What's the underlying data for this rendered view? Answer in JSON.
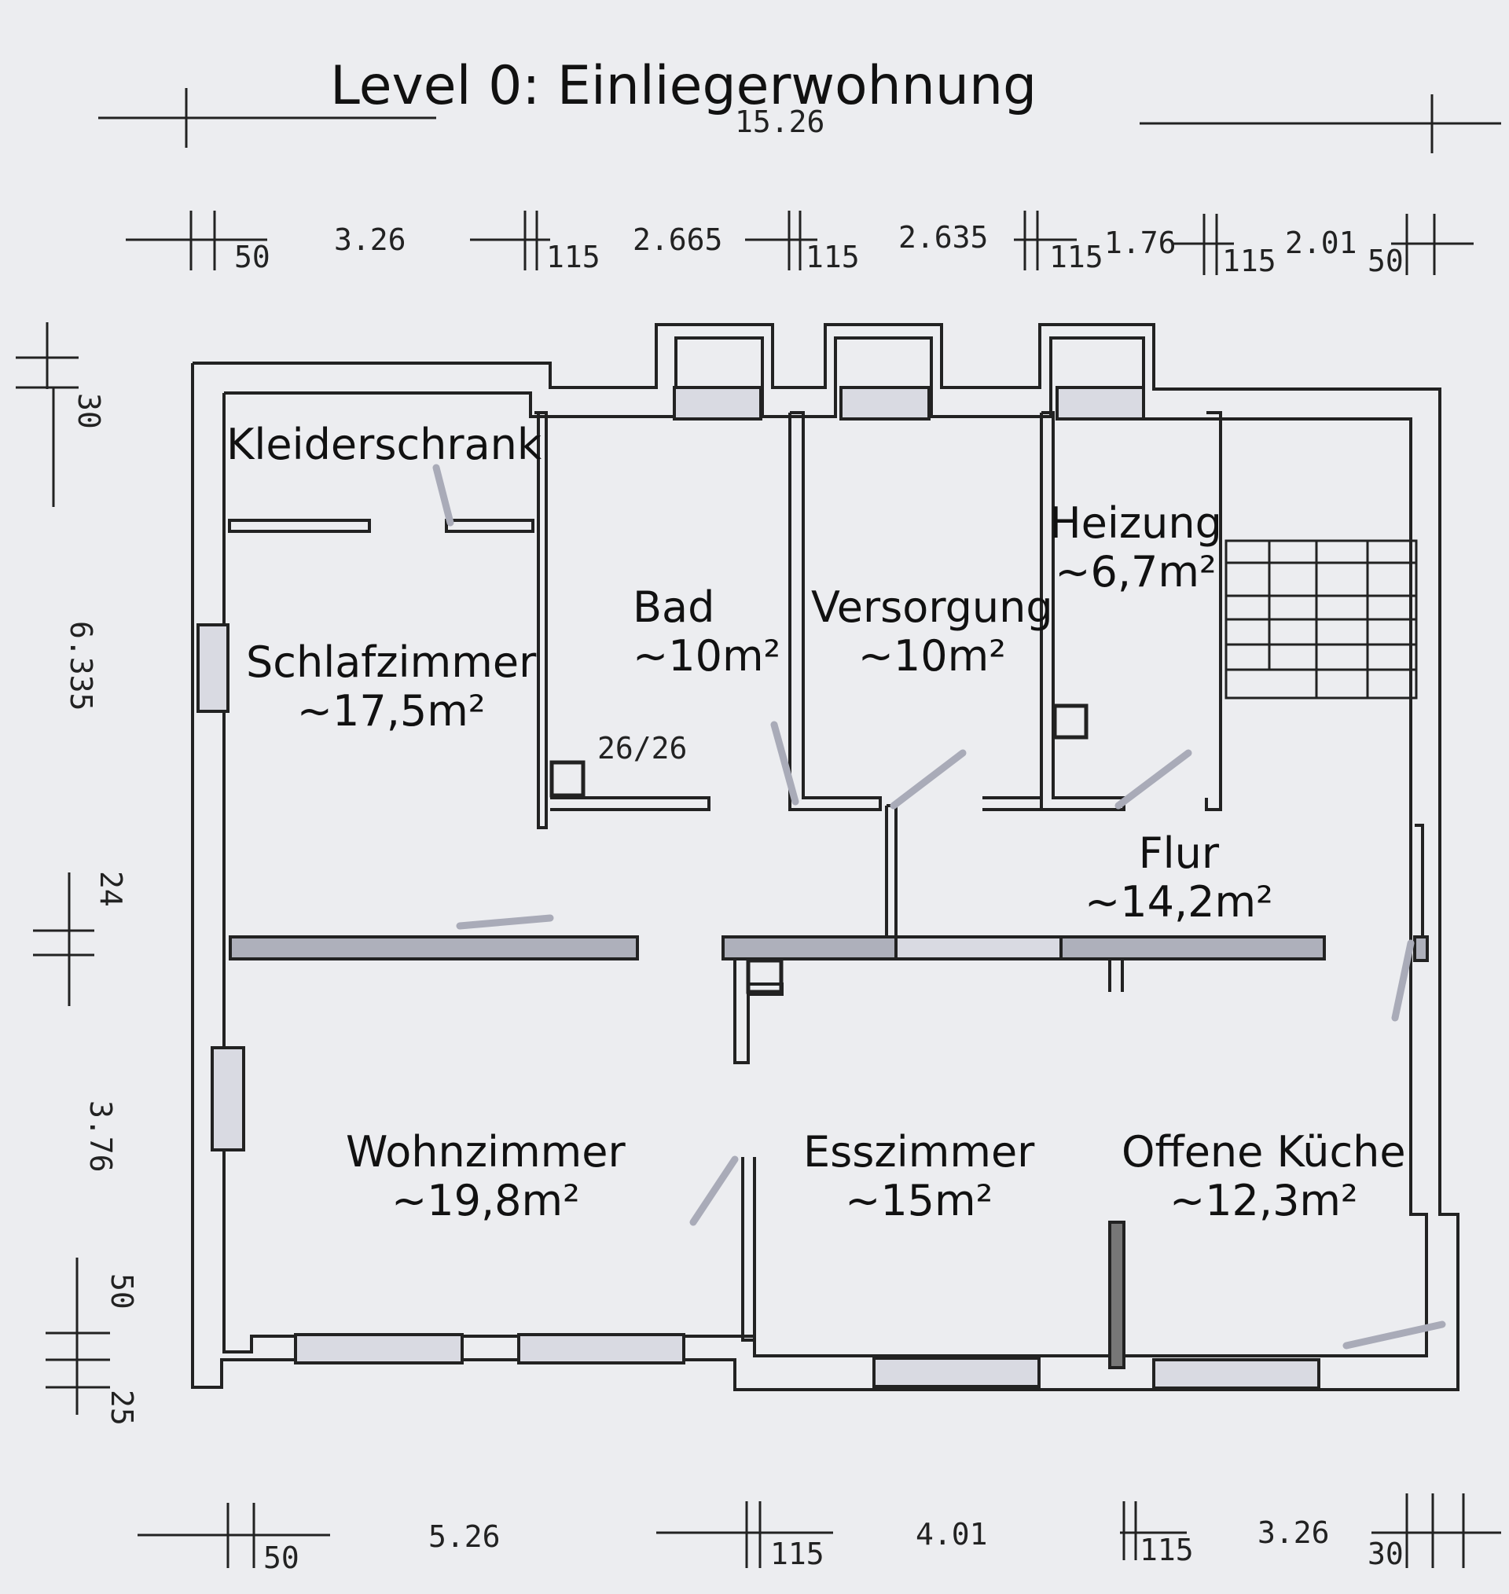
{
  "title": "Level 0: Einliegerwohnung",
  "dimensions": {
    "overall_top": "15.26",
    "top": [
      "50",
      "3.26",
      "115",
      "2.665",
      "115",
      "2.635",
      "115",
      "1.76",
      "115",
      "2.01",
      "50"
    ],
    "bottom": [
      "50",
      "5.26",
      "115",
      "4.01",
      "115",
      "3.26",
      "30"
    ],
    "left": [
      "30",
      "6.335",
      "24",
      "3.76",
      "50",
      "25"
    ],
    "chimney": "26/26"
  },
  "rooms": {
    "kleiderschrank": {
      "name": "Kleiderschrank"
    },
    "schlafzimmer": {
      "name": "Schlafzimmer",
      "area": "~17,5m²"
    },
    "bad": {
      "name": "Bad",
      "area": "~10m²"
    },
    "versorgung": {
      "name": "Versorgung",
      "area": "~10m²"
    },
    "heizung": {
      "name": "Heizung",
      "area": "~6,7m²"
    },
    "flur": {
      "name": "Flur",
      "area": "~14,2m²"
    },
    "wohnzimmer": {
      "name": "Wohnzimmer",
      "area": "~19,8m²"
    },
    "esszimmer": {
      "name": "Esszimmer",
      "area": "~15m²"
    },
    "kueche": {
      "name": "Offene Küche",
      "area": "~12,3m²"
    }
  },
  "colors": {
    "wall": "#222222",
    "window": "#d9dae2",
    "door": "#a9abb8",
    "background": "#ecedf0"
  }
}
